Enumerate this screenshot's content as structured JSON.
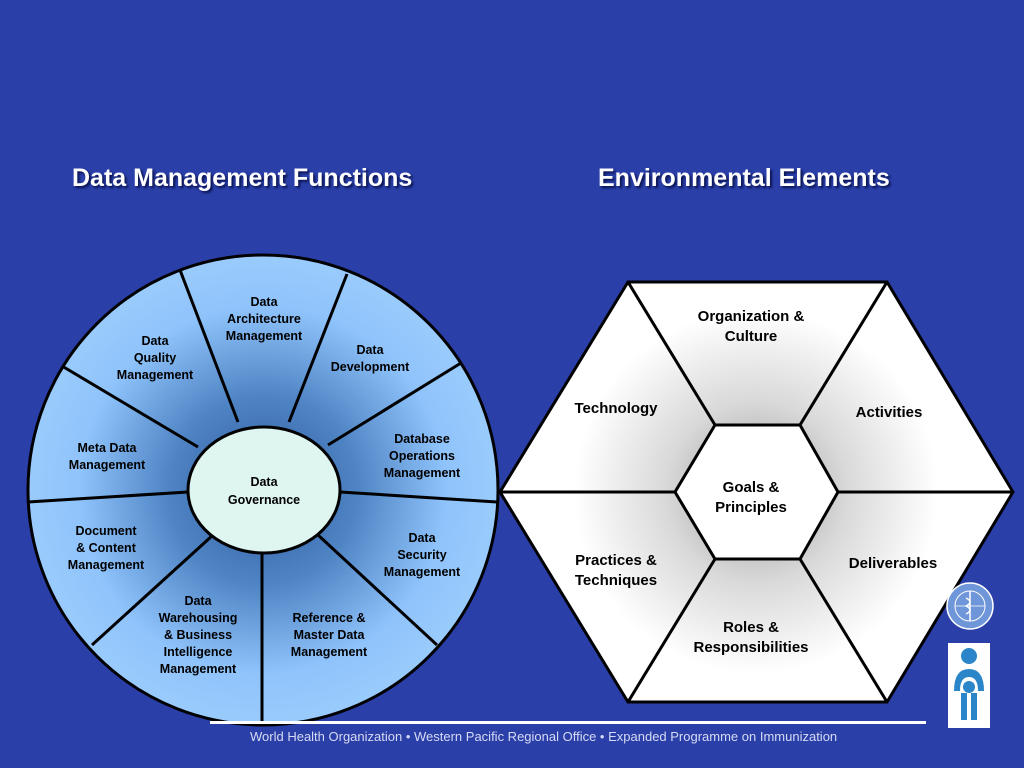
{
  "titles": {
    "left": "Data Management Functions",
    "right": "Environmental Elements"
  },
  "wheel": {
    "hub": [
      "Data",
      "Governance"
    ],
    "segments": [
      {
        "lines": [
          "Data",
          "Architecture",
          "Management"
        ]
      },
      {
        "lines": [
          "Data",
          "Development"
        ]
      },
      {
        "lines": [
          "Database",
          "Operations",
          "Management"
        ]
      },
      {
        "lines": [
          "Data",
          "Security",
          "Management"
        ]
      },
      {
        "lines": [
          "Reference &",
          "Master Data",
          "Management"
        ]
      },
      {
        "lines": [
          "Data",
          "Warehousing",
          "& Business",
          "Intelligence",
          "Management"
        ]
      },
      {
        "lines": [
          "Document",
          "& Content",
          "Management"
        ]
      },
      {
        "lines": [
          "Meta Data",
          "Management"
        ]
      },
      {
        "lines": [
          "Data",
          "Quality",
          "Management"
        ]
      }
    ]
  },
  "hexagon": {
    "center": [
      "Goals &",
      "Principles"
    ],
    "elements": [
      {
        "lines": [
          "Organization &",
          "Culture"
        ]
      },
      {
        "lines": [
          "Activities"
        ]
      },
      {
        "lines": [
          "Deliverables"
        ]
      },
      {
        "lines": [
          "Roles &",
          "Responsibilities"
        ]
      },
      {
        "lines": [
          "Practices &",
          "Techniques"
        ]
      },
      {
        "lines": [
          "Technology"
        ]
      }
    ]
  },
  "footer": "World Health Organization • Western Pacific Regional Office • Expanded Programme on Immunization",
  "colors": {
    "background": "#2a3fa8",
    "wheel_outer": "#8fc3fb",
    "wheel_inner": "#3f6fae",
    "hub_fill": "#dff5f0",
    "hex_outer": "#ffffff",
    "hex_inner": "#a6a6a6"
  },
  "logos": [
    "who-emblem-icon",
    "immunization-figure-icon"
  ]
}
